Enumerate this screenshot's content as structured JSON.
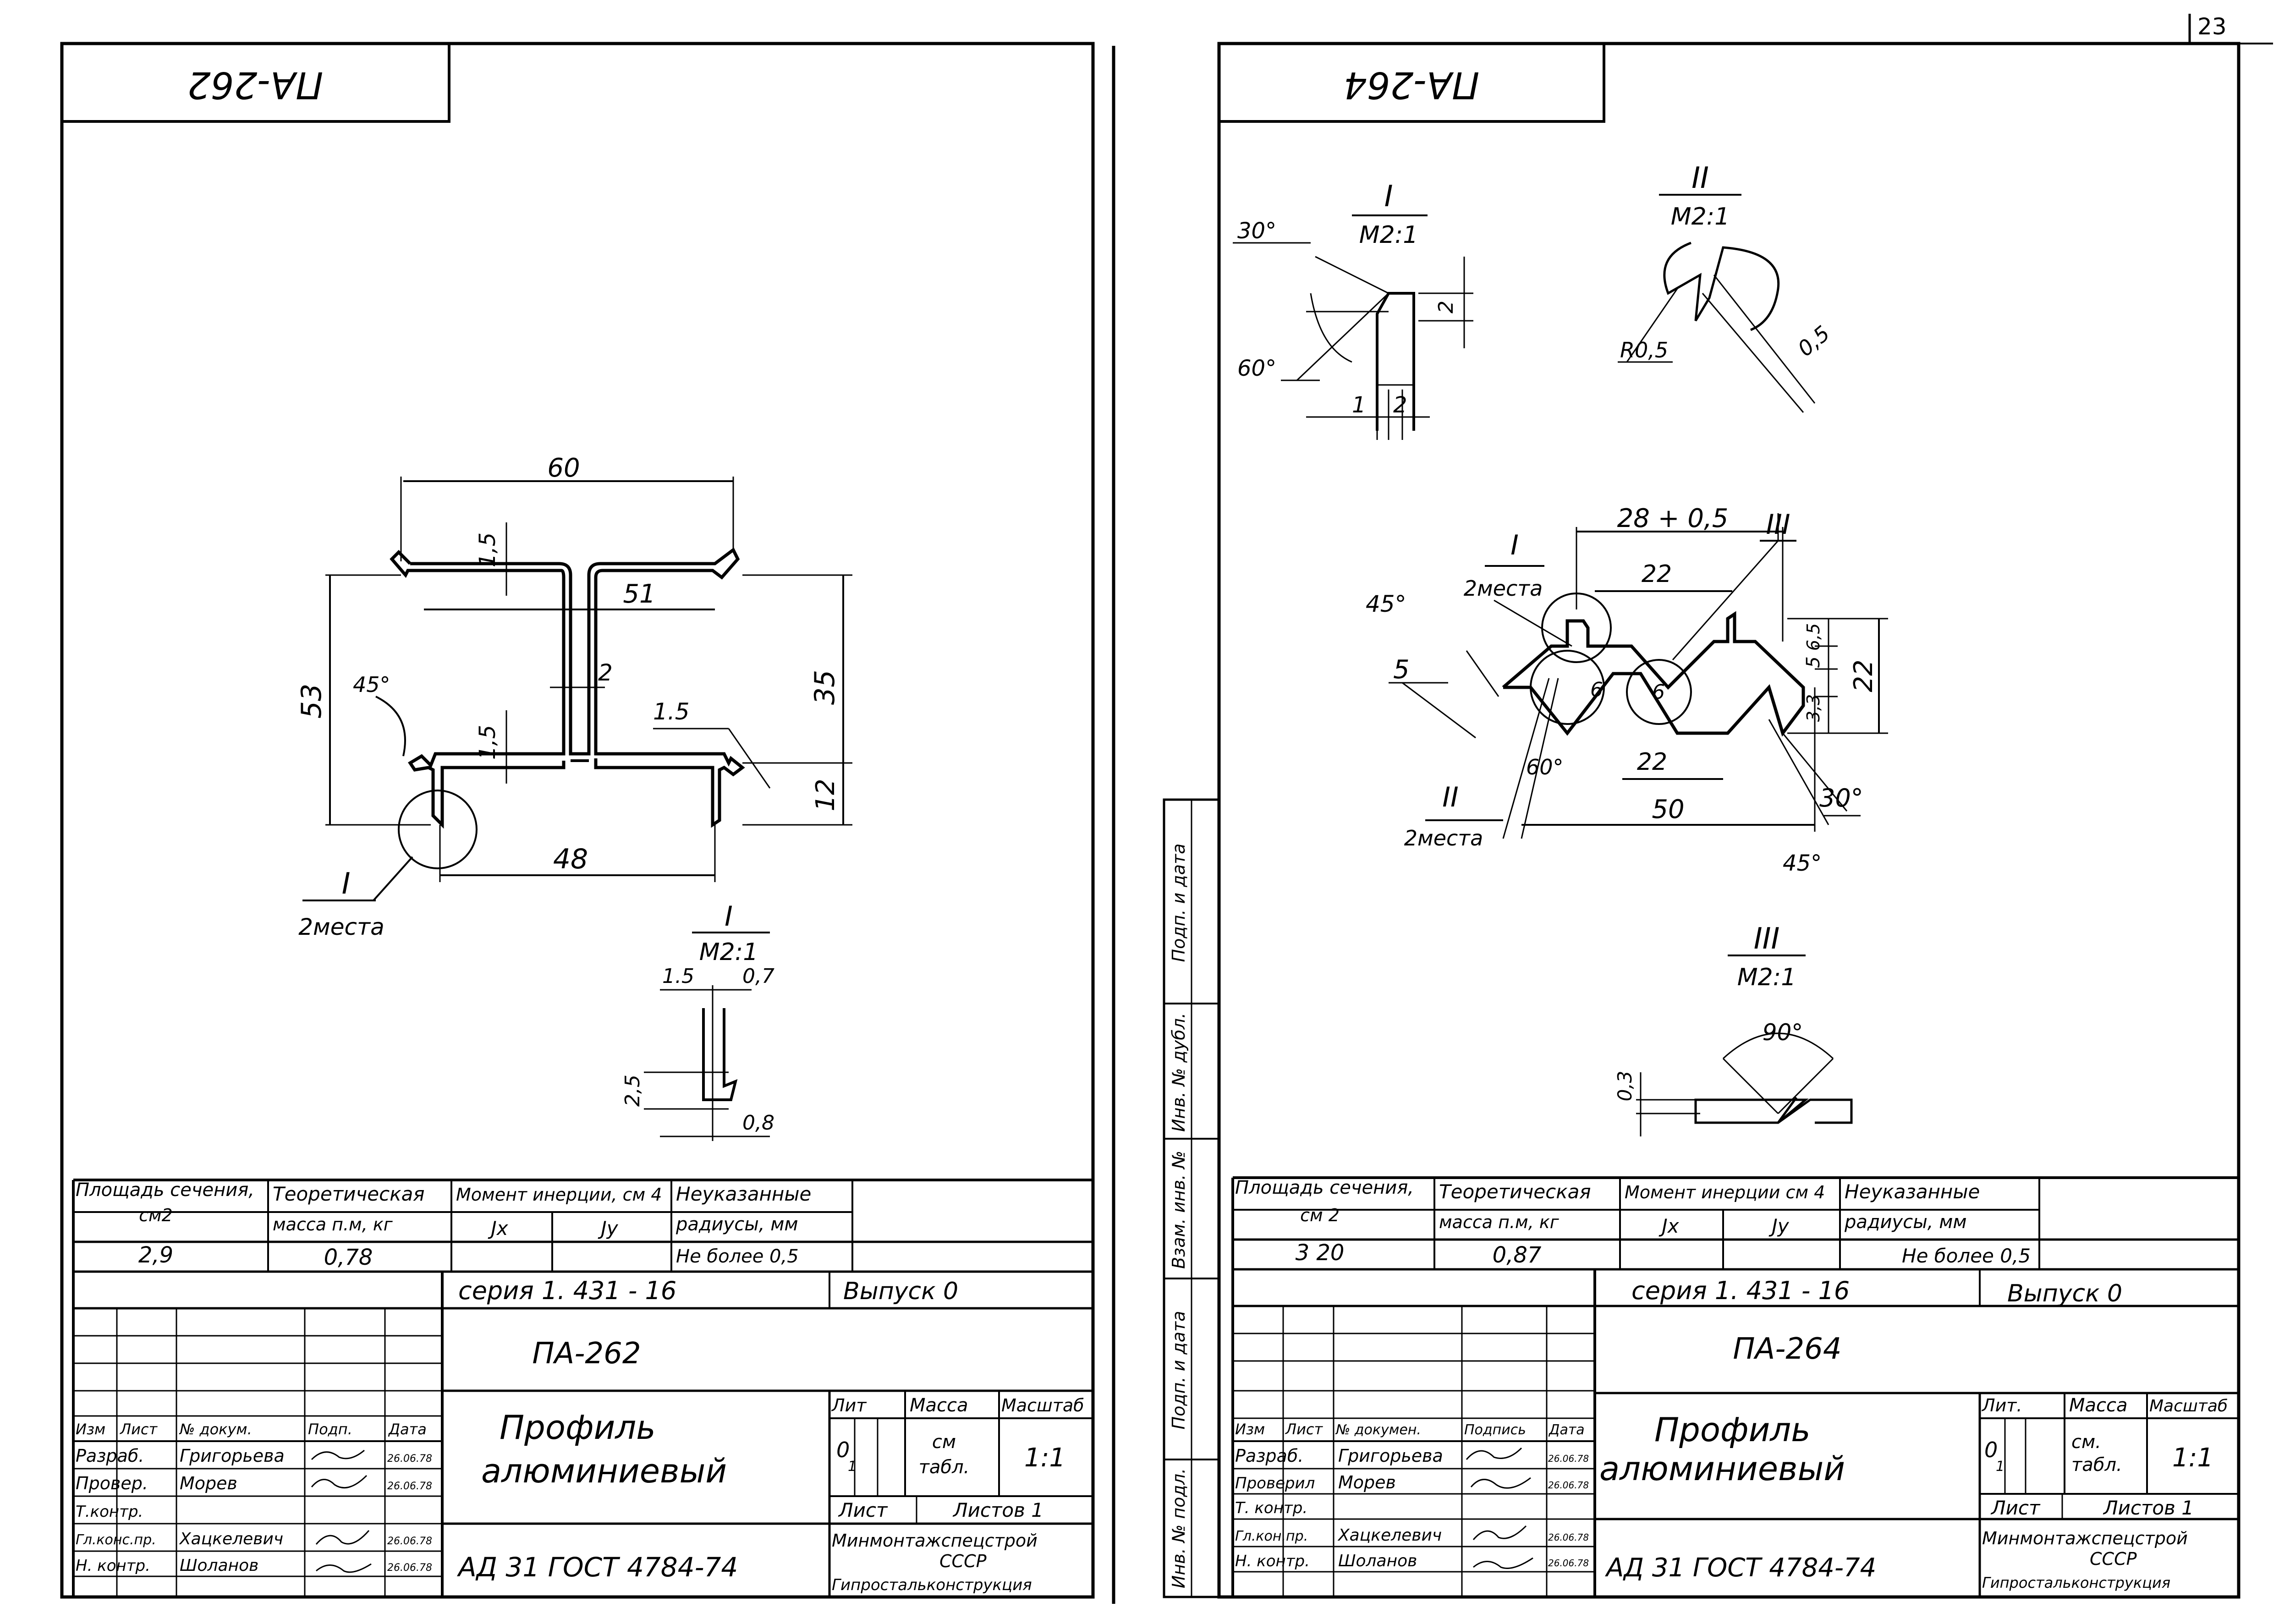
{
  "page_number": "23",
  "left_sheet": {
    "stamp": "ПА-262",
    "dims": {
      "d60": "60",
      "d51": "51",
      "d53": "53",
      "d35": "35",
      "d12": "12",
      "d48": "48",
      "d1_5a": "1,5",
      "d1_5b": "1.5",
      "d1_5c": "1,5",
      "d2": "2",
      "a45": "45°"
    },
    "callout": {
      "num": "I",
      "text": "2места"
    },
    "detail": {
      "num": "I",
      "scale": "М2:1",
      "d1": "1.5",
      "d2": "0,7",
      "d3": "2,5",
      "d4": "0,8"
    },
    "props": {
      "h_area": "Площадь сечения,",
      "h_area_unit": "см2",
      "h_mass": "Теоретическая",
      "h_mass2": "масса п.м, кг",
      "h_inertia": "Момент инерции, см 4",
      "h_jx": "Jx",
      "h_jy": "Jy",
      "h_radii": "Неуказанные",
      "h_radii2": "радиусы, мм",
      "v_area": "2,9",
      "v_mass": "0,78",
      "v_radii": "Не более 0,5"
    },
    "title_block": {
      "series": "серия 1. 431 - 16",
      "issue": "Выпуск 0",
      "code": "ПА-262",
      "name1": "Профиль",
      "name2": "алюминиевый",
      "material": "АД 31   ГОСТ 4784-74",
      "h_lit": "Лит",
      "h_mass": "Масса",
      "h_scale": "Масштаб",
      "lit": "0",
      "lit2": "1",
      "mass": "см",
      "mass2": "табл.",
      "scale": "1:1",
      "sheet": "Лист",
      "sheets": "Листов 1",
      "org1": "Минмонтажспецстрой",
      "org2": "СССР",
      "org3": "Гипростальконструкция",
      "col_izm": "Изм",
      "col_list": "Лист",
      "col_doc": "№ докум.",
      "col_sign": "Подп.",
      "col_date": "Дата",
      "r1": "Разраб.",
      "r1n": "Григорьева",
      "r1d": "26.06.78",
      "r2": "Провер.",
      "r2n": "Морев",
      "r2d": "26.06.78",
      "r3": "Т.контр.",
      "r4": "Гл.конс.пр.",
      "r4n": "Хацкелевич",
      "r4d": "26.06.78",
      "r5": "Н. контр.",
      "r5n": "Шоланов",
      "r5d": "26.06.78"
    }
  },
  "right_sheet": {
    "stamp": "ПА-264",
    "detail1": {
      "num": "I",
      "scale": "М2:1",
      "a30": "30°",
      "a60": "60°",
      "d2": "2",
      "d1": "1",
      "d2b": "2"
    },
    "detail2": {
      "num": "II",
      "scale": "М2:1",
      "r": "R0,5",
      "d": "0,5"
    },
    "main": {
      "d28": "28 + 0,5",
      "d22a": "22",
      "d22b": "22",
      "d50": "50",
      "d22v": "22",
      "d6_5": "6,5",
      "d5": "5",
      "d3_3": "3,3",
      "d5b": "5",
      "a45": "45°",
      "a60": "60°",
      "a30": "30°",
      "a45b": "45°",
      "c6a": "6",
      "c6b": "6",
      "call1_num": "I",
      "call1_text": "2места",
      "call2_num": "II",
      "call2_text": "2места",
      "call3_num": "III"
    },
    "detail3": {
      "num": "III",
      "scale": "М2:1",
      "a90": "90°",
      "d": "0,3"
    },
    "side_labels": [
      "Подп. и дата",
      "Инв. № дубл.",
      "Взам. инв. №",
      "Подп. и дата",
      "Инв. № подл."
    ],
    "props": {
      "h_area": "Площадь сечения,",
      "h_area_unit": "см 2",
      "h_mass": "Теоретическая",
      "h_mass2": "масса п.м, кг",
      "h_inertia": "Момент инерции см 4",
      "h_jx": "Jx",
      "h_jy": "Jy",
      "h_radii": "Неуказанные",
      "h_radii2": "радиусы, мм",
      "v_area": "3 20",
      "v_mass": "0,87",
      "v_radii": "Не более 0,5"
    },
    "title_block": {
      "series": "серия 1. 431 - 16",
      "issue": "Выпуск 0",
      "code": "ПА-264",
      "name1": "Профиль",
      "name2": "алюминиевый",
      "material": "АД 31   ГОСТ 4784-74",
      "h_lit": "Лит.",
      "h_mass": "Масса",
      "h_scale": "Масштаб",
      "lit": "0",
      "lit2": "1",
      "mass": "см.",
      "mass2": "табл.",
      "scale": "1:1",
      "sheet": "Лист",
      "sheets": "Листов 1",
      "org1": "Минмонтажспецстрой",
      "org2": "СССР",
      "org3": "Гипростальконструкция",
      "col_izm": "Изм",
      "col_list": "Лист",
      "col_doc": "№ докумен.",
      "col_sign": "Подпись",
      "col_date": "Дата",
      "r1": "Разраб.",
      "r1n": "Григорьева",
      "r1d": "26.06.78",
      "r2": "Проверил",
      "r2n": "Морев",
      "r2d": "26.06.78",
      "r3": "Т. контр.",
      "r4": "Гл.кон.пр.",
      "r4n": "Хацкелевич",
      "r4d": "26.06.78",
      "r5": "Н. контр.",
      "r5n": "Шоланов",
      "r5d": "26.06.78"
    }
  }
}
